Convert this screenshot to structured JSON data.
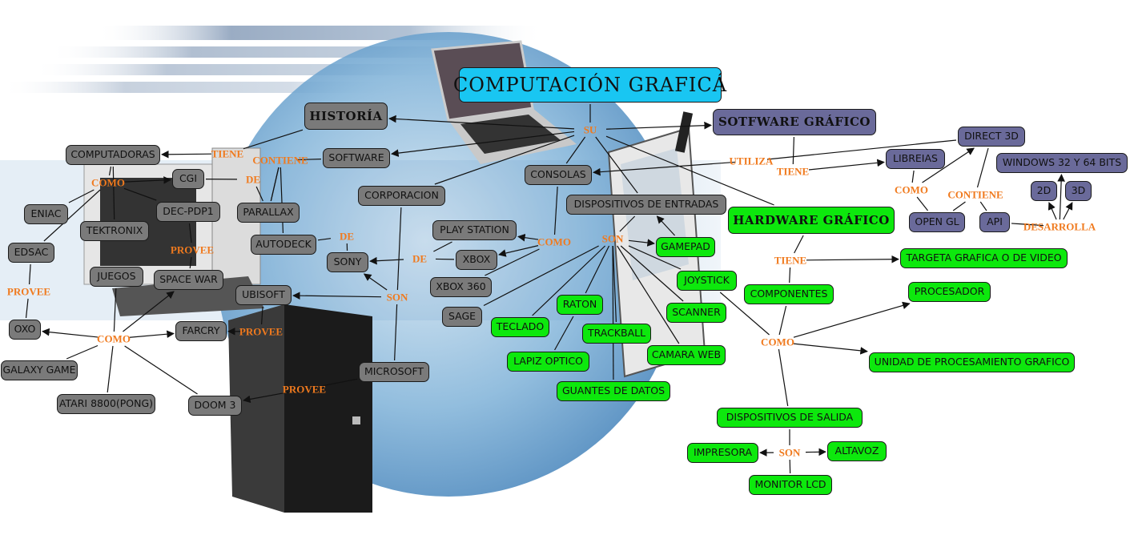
{
  "map": {
    "title": "COMPUTACIÓN GRAFICÁ",
    "colors": {
      "title_fill": "#19c6f2",
      "history_fill": "#7a7a7a",
      "software_fill": "#6a6a9a",
      "hardware_fill": "#0de80d",
      "link_phrase": "#f07a1e",
      "line": "#111111"
    },
    "nodes": [
      {
        "id": "title",
        "label": "COMPUTACIÓN GRAFICÁ",
        "style": "cyan title"
      },
      {
        "id": "historia",
        "label": "HISTORÍA",
        "style": "gray heading"
      },
      {
        "id": "software_grafico",
        "label": "SOTFWARE GRÁFICO",
        "style": "purple heading"
      },
      {
        "id": "hardware_grafico",
        "label": "HARDWARE GRÁFICO",
        "style": "green heading"
      },
      {
        "id": "computadoras",
        "label": "COMPUTADORAS",
        "style": "gray"
      },
      {
        "id": "software",
        "label": "SOFTWARE",
        "style": "gray"
      },
      {
        "id": "cgi",
        "label": "CGI",
        "style": "gray"
      },
      {
        "id": "eniac",
        "label": "ENIAC",
        "style": "gray"
      },
      {
        "id": "dec_pdp1",
        "label": "DEC-PDP1",
        "style": "gray"
      },
      {
        "id": "parallax",
        "label": "PARALLAX",
        "style": "gray"
      },
      {
        "id": "tektronix",
        "label": "TEKTRONIX",
        "style": "gray"
      },
      {
        "id": "edsac",
        "label": "EDSAC",
        "style": "gray"
      },
      {
        "id": "autodeck",
        "label": "AUTODECK",
        "style": "gray"
      },
      {
        "id": "sony",
        "label": "SONY",
        "style": "gray"
      },
      {
        "id": "juegos",
        "label": "JUEGOS",
        "style": "gray"
      },
      {
        "id": "space_war",
        "label": "SPACE WAR",
        "style": "gray"
      },
      {
        "id": "ubisoft",
        "label": "UBISOFT",
        "style": "gray"
      },
      {
        "id": "oxo",
        "label": "OXO",
        "style": "gray"
      },
      {
        "id": "farcry",
        "label": "FARCRY",
        "style": "gray"
      },
      {
        "id": "galaxy_game",
        "label": "GALAXY GAME",
        "style": "gray"
      },
      {
        "id": "atari",
        "label": "ATARI 8800(PONG)",
        "style": "gray"
      },
      {
        "id": "doom3",
        "label": "DOOM 3",
        "style": "gray"
      },
      {
        "id": "microsoft",
        "label": "MICROSOFT",
        "style": "gray"
      },
      {
        "id": "corporacion",
        "label": "CORPORACION",
        "style": "gray"
      },
      {
        "id": "consolas",
        "label": "CONSOLAS",
        "style": "gray"
      },
      {
        "id": "play_station",
        "label": "PLAY STATION",
        "style": "gray"
      },
      {
        "id": "xbox",
        "label": "XBOX",
        "style": "gray"
      },
      {
        "id": "xbox360",
        "label": "XBOX 360",
        "style": "gray"
      },
      {
        "id": "sage",
        "label": "SAGE",
        "style": "gray"
      },
      {
        "id": "dispositivos_entradas",
        "label": "DISPOSITIVOS DE ENTRADAS",
        "style": "gray"
      },
      {
        "id": "gamepad",
        "label": "GAMEPAD",
        "style": "green"
      },
      {
        "id": "joystick",
        "label": "JOYSTICK",
        "style": "green"
      },
      {
        "id": "raton",
        "label": "RATON",
        "style": "green"
      },
      {
        "id": "scanner",
        "label": "SCANNER",
        "style": "green"
      },
      {
        "id": "teclado",
        "label": "TECLADO",
        "style": "green"
      },
      {
        "id": "trackball",
        "label": "TRACKBALL",
        "style": "green"
      },
      {
        "id": "camara_web",
        "label": "CAMARA WEB",
        "style": "green"
      },
      {
        "id": "lapiz_optico",
        "label": "LAPIZ OPTICO",
        "style": "green"
      },
      {
        "id": "guantes_datos",
        "label": "GUANTES DE DATOS",
        "style": "green"
      },
      {
        "id": "direct3d",
        "label": "DIRECT 3D",
        "style": "purple"
      },
      {
        "id": "libreias",
        "label": "LIBREIAS",
        "style": "purple"
      },
      {
        "id": "windows",
        "label": "WINDOWS 32 Y 64 BITS",
        "style": "purple"
      },
      {
        "id": "d2",
        "label": "2D",
        "style": "purple"
      },
      {
        "id": "d3",
        "label": "3D",
        "style": "purple"
      },
      {
        "id": "open_gl",
        "label": "OPEN GL",
        "style": "purple"
      },
      {
        "id": "api",
        "label": "API",
        "style": "purple"
      },
      {
        "id": "targeta",
        "label": "TARGETA GRAFICA O DE VIDEO",
        "style": "green"
      },
      {
        "id": "componentes",
        "label": "COMPONENTES",
        "style": "green"
      },
      {
        "id": "procesador",
        "label": "PROCESADOR",
        "style": "green"
      },
      {
        "id": "unidad_proc",
        "label": "UNIDAD DE PROCESAMIENTO GRAFICO",
        "style": "green"
      },
      {
        "id": "dispositivos_salida",
        "label": "DISPOSITIVOS DE SALIDA",
        "style": "green"
      },
      {
        "id": "impresora",
        "label": "IMPRESORA",
        "style": "green"
      },
      {
        "id": "altavoz",
        "label": "ALTAVOZ",
        "style": "green"
      },
      {
        "id": "monitor_lcd",
        "label": "MONITOR LCD",
        "style": "green"
      }
    ],
    "phrases": [
      {
        "id": "su",
        "label": "SU"
      },
      {
        "id": "tiene_hist",
        "label": "TIENE"
      },
      {
        "id": "contiene_sw",
        "label": "CONTIENE"
      },
      {
        "id": "como_comp",
        "label": "COMO"
      },
      {
        "id": "de_cgi",
        "label": "DE"
      },
      {
        "id": "provee_dec",
        "label": "PROVEE"
      },
      {
        "id": "provee_edsac",
        "label": "PROVEE"
      },
      {
        "id": "de_autodeck",
        "label": "DE"
      },
      {
        "id": "como_juegos",
        "label": "COMO"
      },
      {
        "id": "provee_ubisoft",
        "label": "PROVEE"
      },
      {
        "id": "son_corp",
        "label": "SON"
      },
      {
        "id": "provee_ms",
        "label": "PROVEE"
      },
      {
        "id": "como_consolas",
        "label": "COMO"
      },
      {
        "id": "de_xbox",
        "label": "DE"
      },
      {
        "id": "son_disp",
        "label": "SON"
      },
      {
        "id": "utiliza",
        "label": "UTILIZA"
      },
      {
        "id": "tiene_sw",
        "label": "TIENE"
      },
      {
        "id": "como_lib",
        "label": "COMO"
      },
      {
        "id": "contiene_d3d",
        "label": "CONTIENE"
      },
      {
        "id": "desarrolla",
        "label": "DESARROLLA"
      },
      {
        "id": "tiene_hw",
        "label": "TIENE"
      },
      {
        "id": "como_hw",
        "label": "COMO"
      },
      {
        "id": "son_salida",
        "label": "SON"
      }
    ]
  }
}
